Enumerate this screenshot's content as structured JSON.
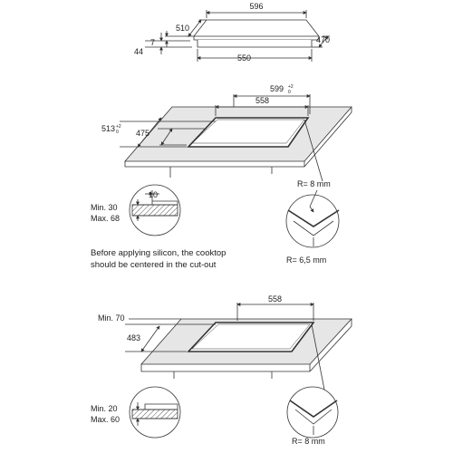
{
  "cooktop": {
    "width": "596",
    "depth": "510",
    "depth_right": "470",
    "base_width": "550",
    "height": "44",
    "glass": "7"
  },
  "cutout_1": {
    "width": "599",
    "width_tol_plus": "+2",
    "width_tol_minus": "0",
    "inner_width": "558",
    "depth": "513",
    "depth_tol_plus": "+2",
    "depth_tol_minus": "0",
    "inner_depth": "475",
    "corner_radius_top": "R= 8 mm",
    "corner_radius_bottom": "R= 6,5 mm",
    "thickness_min": "Min. 30",
    "thickness_max": "Max. 68",
    "gap": "10"
  },
  "note": {
    "line1": "Before applying silicon, the cooktop",
    "line2": "should be centered in the cut-out"
  },
  "cutout_2": {
    "inner_width": "558",
    "edge_min": "Min. 70",
    "depth": "483",
    "corner_radius": "R= 8 mm",
    "thickness_min": "Min. 20",
    "thickness_max": "Max. 60"
  }
}
